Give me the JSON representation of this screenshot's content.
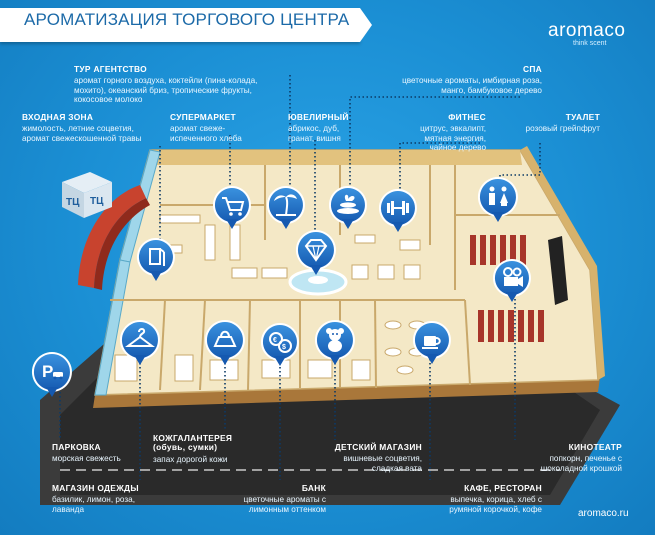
{
  "header": {
    "title": "АРОМАТИЗАЦИЯ ТОРГОВОГО ЦЕНТРА",
    "brand": "aromaco",
    "brand_tagline": "think scent",
    "site": "aromaco.ru"
  },
  "zones": {
    "tour": {
      "name": "ТУР АГЕНТСТВО",
      "desc": "аромат горного воздуха, коктейли (пина-колада, мохито), океанский бриз, тропические фрукты, кокосовое молоко",
      "icon": "palm-tree-icon"
    },
    "entrance": {
      "name": "ВХОДНАЯ ЗОНА",
      "desc": "жимолость, летние соцветия, аромат свежескошенной травы",
      "icon": "door-icon"
    },
    "supermarket": {
      "name": "СУПЕРМАРКЕТ",
      "desc": "аромат свеже-испеченного хлеба",
      "icon": "shopping-cart-icon"
    },
    "jewelry": {
      "name": "ЮВЕЛИРНЫЙ",
      "desc": "абрикос, дуб, гранат, вишня",
      "icon": "diamond-icon"
    },
    "spa": {
      "name": "СПА",
      "desc": "цветочные ароматы, имбирная роза, манго, бамбуковое дерево",
      "icon": "spa-stones-icon"
    },
    "fitness": {
      "name": "ФИТНЕС",
      "desc": "цитрус, эвкалипт, мятная энергия, чайное дерево",
      "icon": "dumbbell-icon"
    },
    "toilet": {
      "name": "ТУАЛЕТ",
      "desc": "розовый грейпфрут",
      "icon": "restroom-icon"
    },
    "parking": {
      "name": "ПАРКОВКА",
      "desc": "морская свежесть",
      "icon": "parking-icon"
    },
    "clothes": {
      "name": "МАГАЗИН ОДЕЖДЫ",
      "desc": "базилик, лимон, роза, лаванда",
      "icon": "hanger-icon"
    },
    "leather": {
      "name": "КОЖГАЛАНТЕРЕЯ (обувь, сумки)",
      "desc": "запах дорогой кожи",
      "icon": "handbag-icon"
    },
    "bank": {
      "name": "БАНК",
      "desc": "цветочные ароматы с лимонным оттенком",
      "icon": "currency-icon"
    },
    "kids": {
      "name": "ДЕТСКИЙ МАГАЗИН",
      "desc": "вишневые соцветия, сладкая вата",
      "icon": "teddy-bear-icon"
    },
    "cafe": {
      "name": "КАФЕ, РЕСТОРАН",
      "desc": "выпечка, корица, хлеб с румяной корочкой, кофе",
      "icon": "coffee-cup-icon"
    },
    "cinema": {
      "name": "КИНОТЕАТР",
      "desc": "попкорн, печенье с шоколадной крошкой",
      "icon": "film-camera-icon"
    }
  },
  "colors": {
    "background": "#1b8fd4",
    "pin": "#1e73c8",
    "floor": "#f3e7c4",
    "wall": "#e6c98a",
    "facade": "#c8432e",
    "leader": "#0c3a66"
  }
}
